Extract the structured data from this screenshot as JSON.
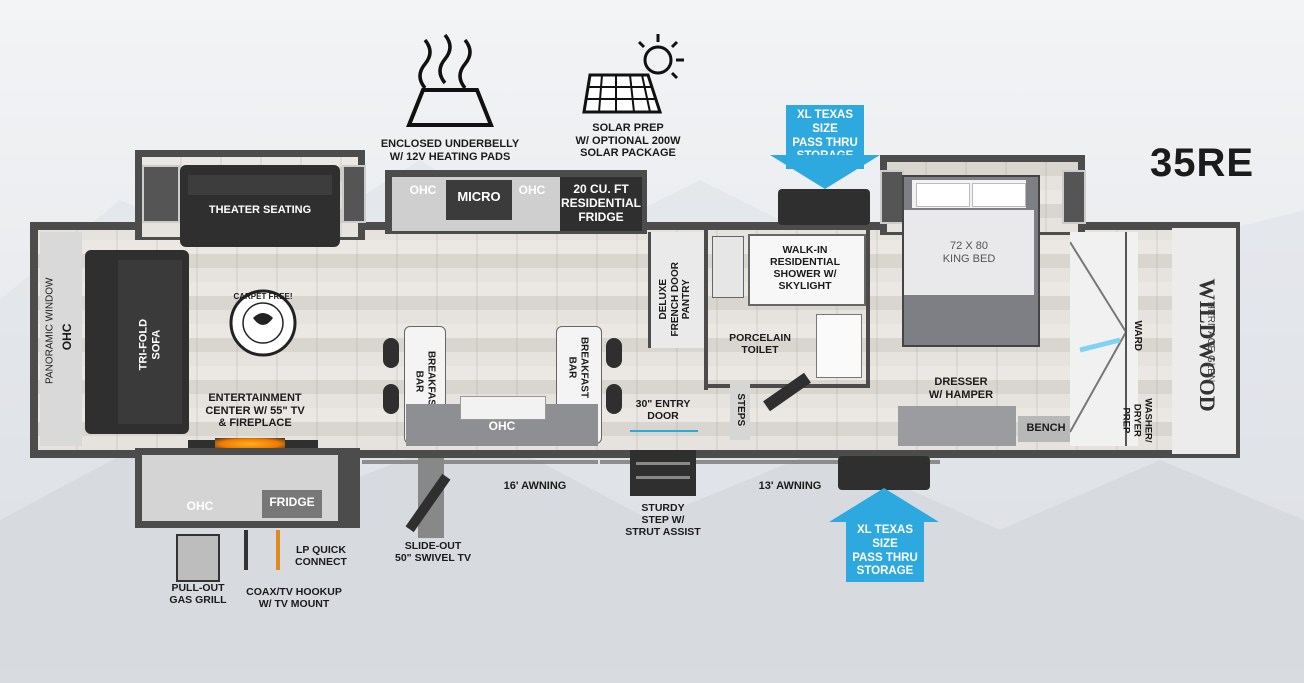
{
  "model": "35RE",
  "features": {
    "underbelly": "ENCLOSED UNDERBELLY\nW/ 12V HEATING PADS",
    "solar": "SOLAR PREP\nW/ OPTIONAL 200W\nSOLAR PACKAGE"
  },
  "callouts": {
    "top_storage": "XL TEXAS SIZE\nPASS THRU\nSTORAGE",
    "bottom_storage": "XL TEXAS SIZE\nPASS THRU\nSTORAGE"
  },
  "rooms": {
    "theater_seating": "THEATER SEATING",
    "ohc_kitchen_1": "OHC",
    "micro": "MICRO",
    "ohc_kitchen_2": "OHC",
    "fridge_res": "20 CU. FT\nRESIDENTIAL\nFRIDGE",
    "pantry": "DELUXE\nFRENCH DOOR\nPANTRY",
    "shower": "WALK-IN\nRESIDENTIAL\nSHOWER W/\nSKYLIGHT",
    "toilet": "PORCELAIN\nTOILET",
    "king_bed": "72 X 80\nKING BED",
    "panoramic": "PANORAMIC WINDOW",
    "ohc_front": "OHC",
    "sofa": "TRI-FOLD\nSOFA",
    "carpet": "CARPET FREE!",
    "entertainment": "ENTERTAINMENT\nCENTER W/ 55\" TV\n& FIREPLACE",
    "breakfast_bar_left": "BREAKFAST\nBAR",
    "breakfast_bar_right": "BREAKFAST\nBAR",
    "ohc_island": "OHC",
    "entry_door": "30\" ENTRY\nDOOR",
    "steps": "STEPS",
    "dresser": "DRESSER\nW/ HAMPER",
    "bench": "BENCH",
    "ward": "WARD",
    "washer": "WASHER/\nDRYER\nPREP",
    "brand": "WILDWOOD",
    "brand_sub": "HERITAGE GLEN"
  },
  "exterior": {
    "ohc_outdoor": "OHC",
    "fridge_outdoor": "FRIDGE",
    "gas_grill": "PULL-OUT\nGAS GRILL",
    "coax": "COAX/TV HOOKUP\nW/ TV MOUNT",
    "lp": "LP QUICK\nCONNECT",
    "swivel_tv": "SLIDE-OUT\n50\" SWIVEL TV",
    "awning_16": "16' AWNING",
    "sturdy_step": "STURDY\nSTEP W/\nSTRUT ASSIST",
    "awning_13": "13' AWNING"
  },
  "colors": {
    "accent": "#2ea9e0",
    "wall": "#4c4c4c",
    "floor": "#e3e0db"
  }
}
